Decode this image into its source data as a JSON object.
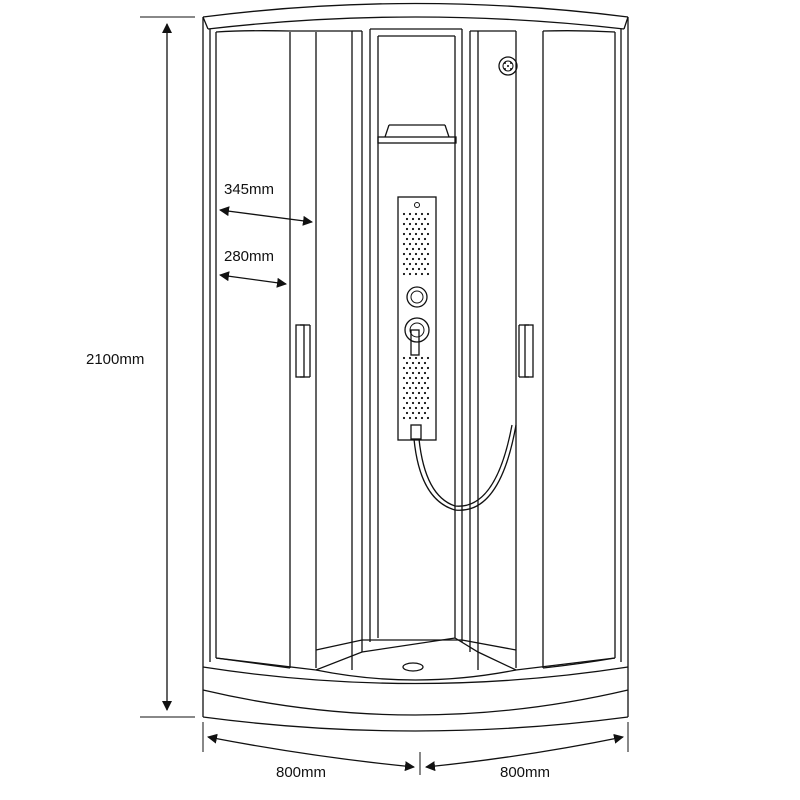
{
  "dimensions": {
    "height_label": "2100mm",
    "panel_outer_label": "345mm",
    "panel_inner_label": "280mm",
    "width_left_label": "800mm",
    "width_right_label": "800mm"
  },
  "colors": {
    "line": "#111111",
    "background": "#ffffff"
  },
  "icons": {
    "shower_head": "round-shower-head-icon",
    "towel_rail": "towel-rail-icon",
    "column": "shower-column-icon",
    "handle": "door-handle-icon"
  }
}
